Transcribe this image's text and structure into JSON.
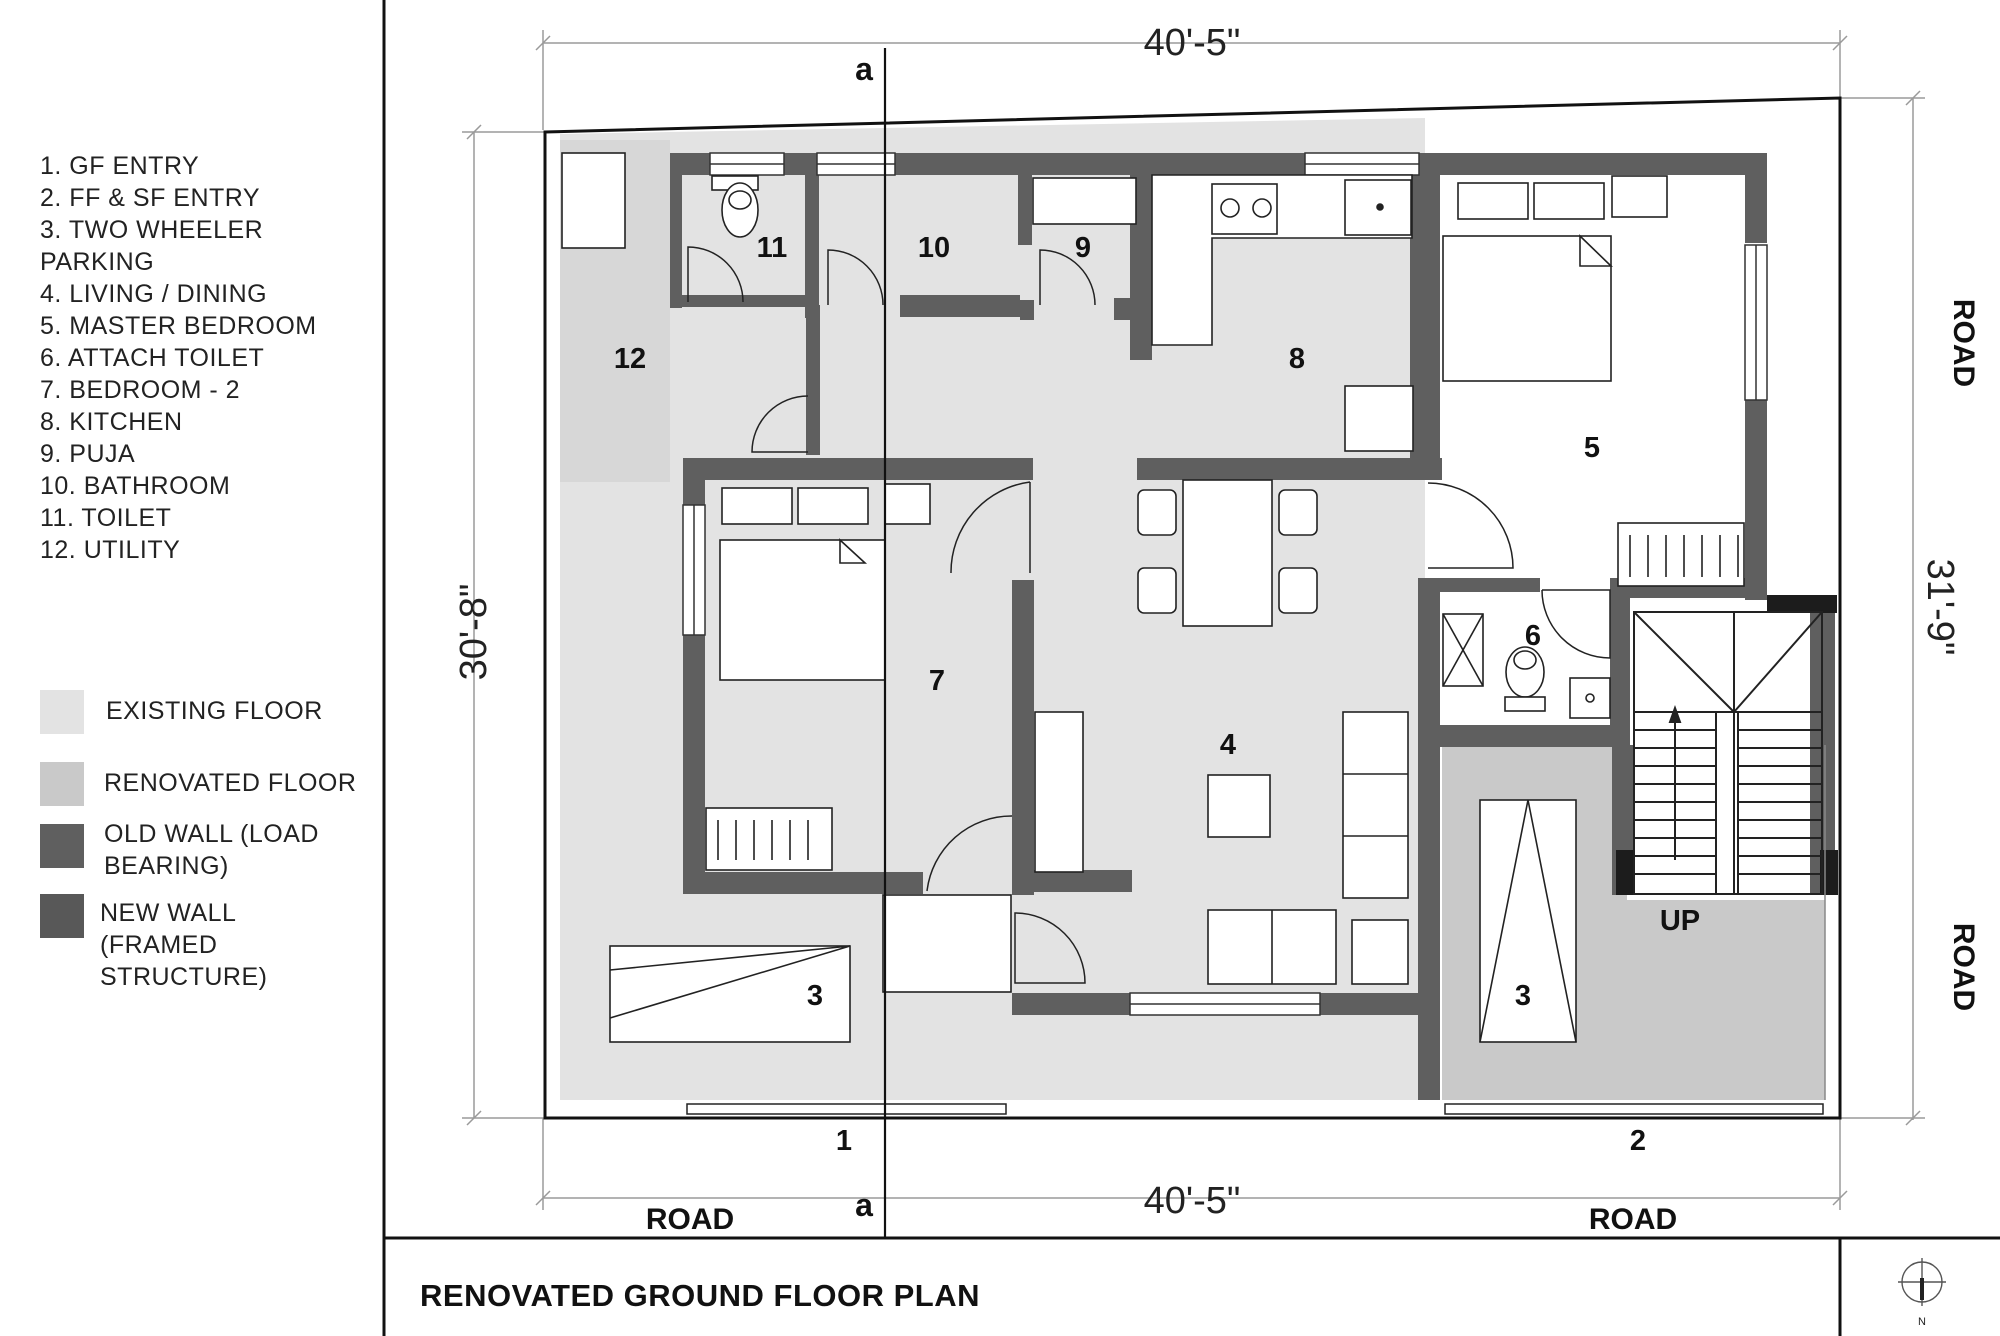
{
  "title": "RENOVATED GROUND FLOOR PLAN",
  "north_label": "N",
  "legend_list": [
    "1. GF ENTRY",
    "2. FF & SF ENTRY",
    "3. TWO WHEELER",
    "PARKING",
    "4. LIVING / DINING",
    "5. MASTER BEDROOM",
    "6. ATTACH TOILET",
    "7. BEDROOM - 2",
    "8. KITCHEN",
    "9. PUJA",
    "10. BATHROOM",
    "11. TOILET",
    "12. UTILITY"
  ],
  "key": [
    {
      "lines": [
        "EXISTING FLOOR"
      ],
      "color": "#e3e3e3",
      "role": "existing-floor"
    },
    {
      "lines": [
        "RENOVATED FLOOR"
      ],
      "color": "#c9c9c9",
      "role": "renovated-floor"
    },
    {
      "lines": [
        "OLD WALL (LOAD",
        "BEARING)"
      ],
      "color": "#5f5f5f",
      "role": "old-wall"
    },
    {
      "lines": [
        "NEW WALL",
        "(FRAMED",
        "STRUCTURE)"
      ],
      "color": "#585858",
      "role": "new-wall"
    }
  ],
  "dimensions": {
    "top": "40'-5\"",
    "bottom": "40'-5\"",
    "left": "30'-8\"",
    "right": "31'-9\""
  },
  "roads": {
    "right_top": "ROAD",
    "right_bottom": "ROAD",
    "bottom_left": "ROAD",
    "bottom_right": "ROAD"
  },
  "section_marker": {
    "top": "a",
    "bottom": "a"
  },
  "room_numbers": {
    "utility": "12",
    "toilet": "11",
    "bathroom": "10",
    "puja": "9",
    "kitchen": "8",
    "master_bedroom": "5",
    "attach_toilet": "6",
    "bedroom_2": "7",
    "living_dining": "4",
    "parking_left": "3",
    "parking_right": "3",
    "gf_entry": "1",
    "ff_sf_entry": "2"
  },
  "stair_label": "UP",
  "colors": {
    "existing_floor": "#e3e3e3",
    "renovated_floor": "#c9c9c9",
    "wall": "#5f5f5f",
    "wall_dark": "#1c1c1c",
    "line": "#111111"
  }
}
